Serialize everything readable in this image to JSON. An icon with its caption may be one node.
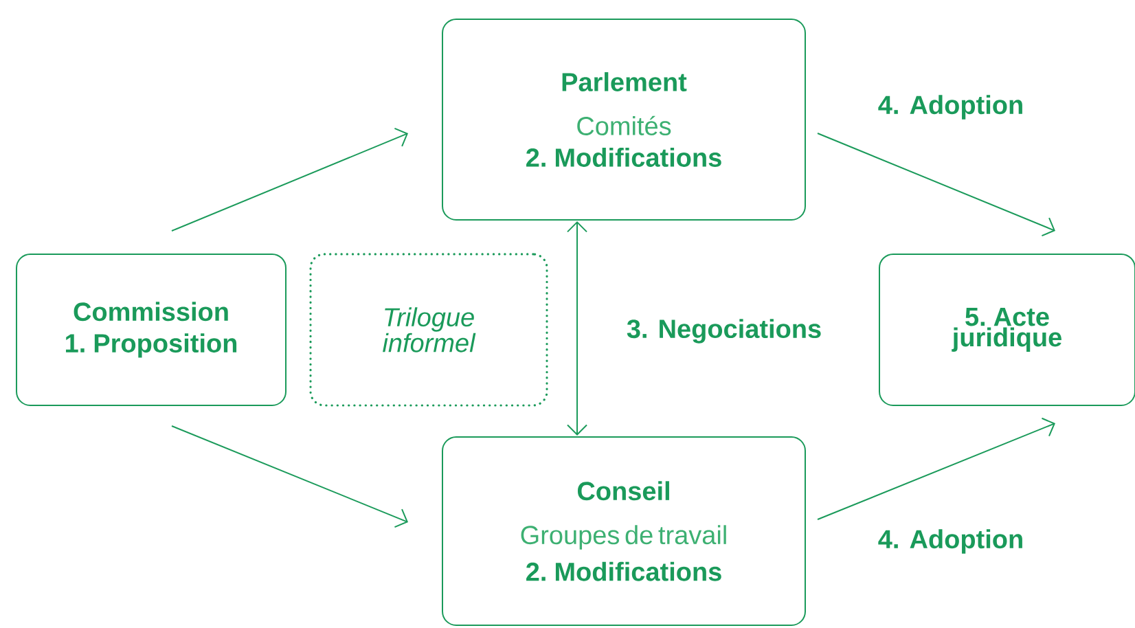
{
  "diagram": {
    "nodes": [
      {
        "text": [
          "Commission",
          "1. Proposition"
        ]
      },
      {
        "text": [
          "Parlement",
          "Comités",
          "2. Modifications"
        ]
      },
      {
        "text": [
          "Trilogue informel"
        ]
      },
      {
        "text": [
          "Conseil",
          "Groupes de travail",
          "2. Modifications"
        ]
      },
      {
        "text": [
          "5. Acte juridique"
        ]
      }
    ],
    "edges": [
      {
        "from": 0,
        "to": 1,
        "arrow": "to"
      },
      {
        "from": 0,
        "to": 3,
        "arrow": "to"
      },
      {
        "from": 1,
        "to": 3,
        "arrow": "both",
        "label": "3. Negociations"
      },
      {
        "from": 1,
        "to": 4,
        "arrow": "to",
        "label": "4. Adoption"
      },
      {
        "from": 3,
        "to": 4,
        "arrow": "to",
        "label": "4. Adoption"
      }
    ]
  }
}
